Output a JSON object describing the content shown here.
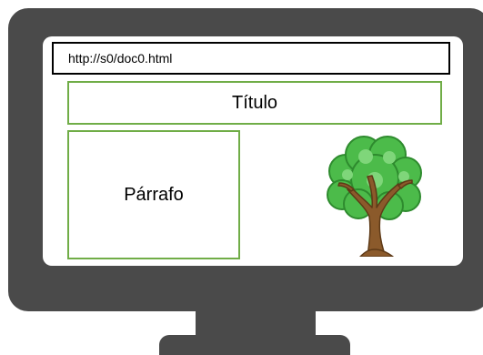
{
  "browser": {
    "url": "http://s0/doc0.html"
  },
  "document": {
    "title": "Título",
    "paragraph": "Párrafo",
    "image_icon": "tree-icon"
  },
  "colors": {
    "monitor": "#4a4a4a",
    "screen": "#ffffff",
    "box_border": "#70ad47",
    "foliage": "#4cbb4a",
    "trunk": "#8b5a2b"
  }
}
